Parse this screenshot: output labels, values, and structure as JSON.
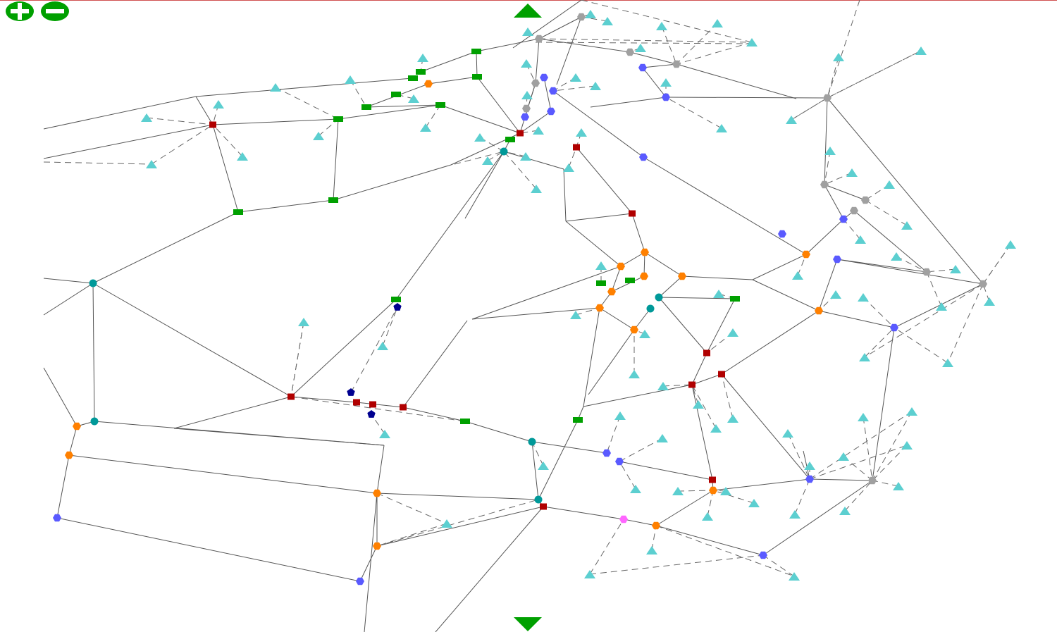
{
  "controls": {
    "zoom_in": {
      "icon": "plus-circle-icon",
      "color": "#00a000"
    },
    "zoom_out": {
      "icon": "minus-circle-icon",
      "color": "#00a000"
    },
    "pan_up": {
      "icon": "triangle-up-icon",
      "color": "#00a000"
    },
    "pan_down": {
      "icon": "triangle-down-icon",
      "color": "#00a000"
    }
  },
  "colors": {
    "background": "#ffffff",
    "edge": "#555555",
    "top_border": "#d05050"
  },
  "node_types": {
    "switch": {
      "shape": "rect",
      "color": "#00a000"
    },
    "router": {
      "shape": "square",
      "color": "#b00000"
    },
    "orange": {
      "shape": "hexagon",
      "color": "#ff8000"
    },
    "teal": {
      "shape": "circle",
      "color": "#009999"
    },
    "blue": {
      "shape": "hexagon",
      "color": "#5a5aff"
    },
    "navy": {
      "shape": "pentagon",
      "color": "#000090"
    },
    "gray": {
      "shape": "hexagon",
      "color": "#a0a0a0"
    },
    "pink": {
      "shape": "hexagon",
      "color": "#ff66ff"
    },
    "endpoint": {
      "shape": "triangle",
      "color": "#5ccfd0"
    }
  },
  "edge_styles": {
    "link": "solid",
    "endpoint_link": "dashed"
  }
}
